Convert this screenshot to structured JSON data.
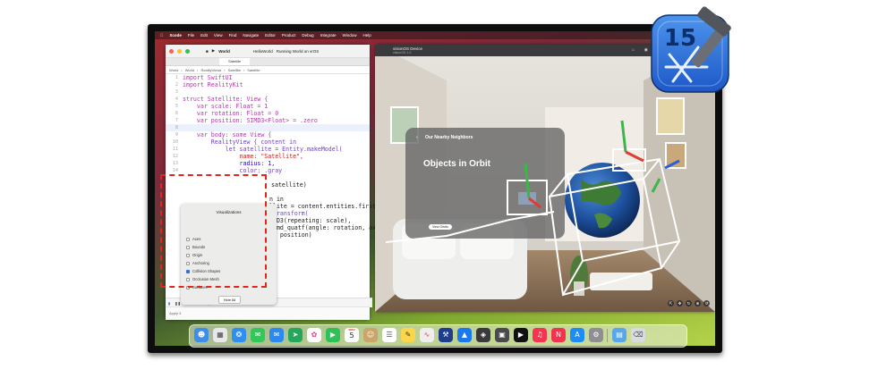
{
  "menubar": {
    "app_name": "Xcode",
    "items": [
      "File",
      "Edit",
      "View",
      "Find",
      "Navigate",
      "Editor",
      "Product",
      "Debug",
      "Integrate",
      "Window",
      "Help"
    ]
  },
  "xcode": {
    "scheme": "World",
    "target": "HelloWorld",
    "status": "Running World on vrOS",
    "tab": "Satellite",
    "breadcrumb": [
      "World",
      "World",
      "RealityViews",
      "Satellite",
      "Satellite"
    ],
    "code_lines": [
      {
        "n": "1",
        "t": "import SwiftUI"
      },
      {
        "n": "2",
        "t": "import RealityKit"
      },
      {
        "n": "3",
        "t": ""
      },
      {
        "n": "4",
        "t": "struct Satellite: View {"
      },
      {
        "n": "5",
        "t": "    var scale: Float = 1"
      },
      {
        "n": "6",
        "t": "    var rotation: Float = 0"
      },
      {
        "n": "7",
        "t": "    var position: SIMD3<Float> = .zero"
      },
      {
        "n": "8",
        "t": ""
      },
      {
        "n": "9",
        "t": "    var body: some View {"
      },
      {
        "n": "10",
        "t": "        RealityView { content in"
      },
      {
        "n": "11",
        "t": "            let satellite = Entity.makeModel("
      },
      {
        "n": "12",
        "t": "                name: \"Satellite\","
      },
      {
        "n": "13",
        "t": "                radius: 1,"
      },
      {
        "n": "14",
        "t": "                color: .gray"
      }
    ],
    "code_fragments": [
      "satellite)",
      "n in",
      "llite = content.entities.first as",
      "eTransform(",
      "IMD3(repeating: scale),",
      "simd_quatf(angle: rotation, axis",
      "n: position)"
    ],
    "debug_target": "World",
    "status_bar": "Apply 3"
  },
  "visualizations": {
    "title": "Visualizations",
    "items": [
      {
        "label": "Axes",
        "checked": false
      },
      {
        "label": "Bounds",
        "checked": false
      },
      {
        "label": "Origin",
        "checked": false
      },
      {
        "label": "Anchoring",
        "checked": false
      },
      {
        "label": "Collision Shapes",
        "checked": true
      },
      {
        "label": "Occlusion Mesh",
        "checked": false
      },
      {
        "label": "Surfaces",
        "checked": false
      }
    ],
    "hide_all": "Hide All"
  },
  "simulator": {
    "device": "visionOS Device",
    "os": "visionOS 1.0",
    "panel_nav": "Our Nearby Neighbors",
    "panel_title": "Objects in Orbit",
    "panel_button": "View Orbits"
  },
  "dock": {
    "calendar_month": "NOV",
    "calendar_day": "5"
  },
  "badge": {
    "version": "15"
  },
  "colors": {
    "accent": "#e1261c",
    "xcode_blue": "#2f6fde"
  }
}
